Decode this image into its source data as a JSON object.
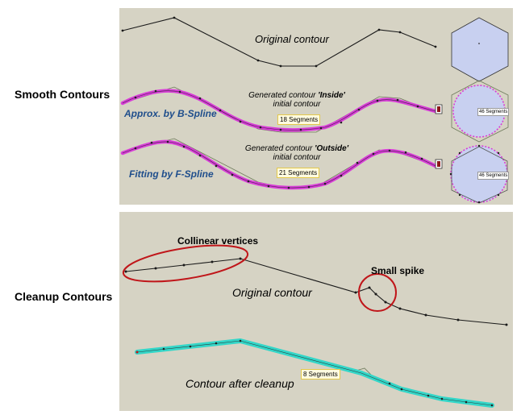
{
  "labels": {
    "smooth": "Smooth Contours",
    "cleanup": "Cleanup Contours"
  },
  "smooth_panel": {
    "original_contour": "Original contour",
    "inside_line1_prefix": "Generated contour ",
    "inside_line1_em": "'Inside'",
    "inside_line2": "initial contour",
    "outside_line1_prefix": "Generated contour ",
    "outside_line1_em": "'Outside'",
    "outside_line2": "initial contour",
    "bspline": "Approx. by B-Spline",
    "fspline": "Fitting by F-Spline",
    "segments_inside": "18 Segments",
    "segments_outside": "21 Segments",
    "hex_inside_segments": "46 Segments",
    "hex_outside_segments": "46 Segments"
  },
  "cleanup_panel": {
    "collinear": "Collinear vertices",
    "small_spike": "Small spike",
    "original_contour": "Original contour",
    "after_cleanup": "Contour after cleanup",
    "segments": "8 Segments"
  },
  "colors": {
    "panel_bg": "#d6d3c4",
    "contour": "#1a1a1a",
    "spline_magenta": "#d83cd8",
    "cleanup_cyan": "#33d6c8",
    "ellipse_red": "#c0161a",
    "hex_fill": "#c8d0f0",
    "label_blue": "#1f4e8c"
  }
}
